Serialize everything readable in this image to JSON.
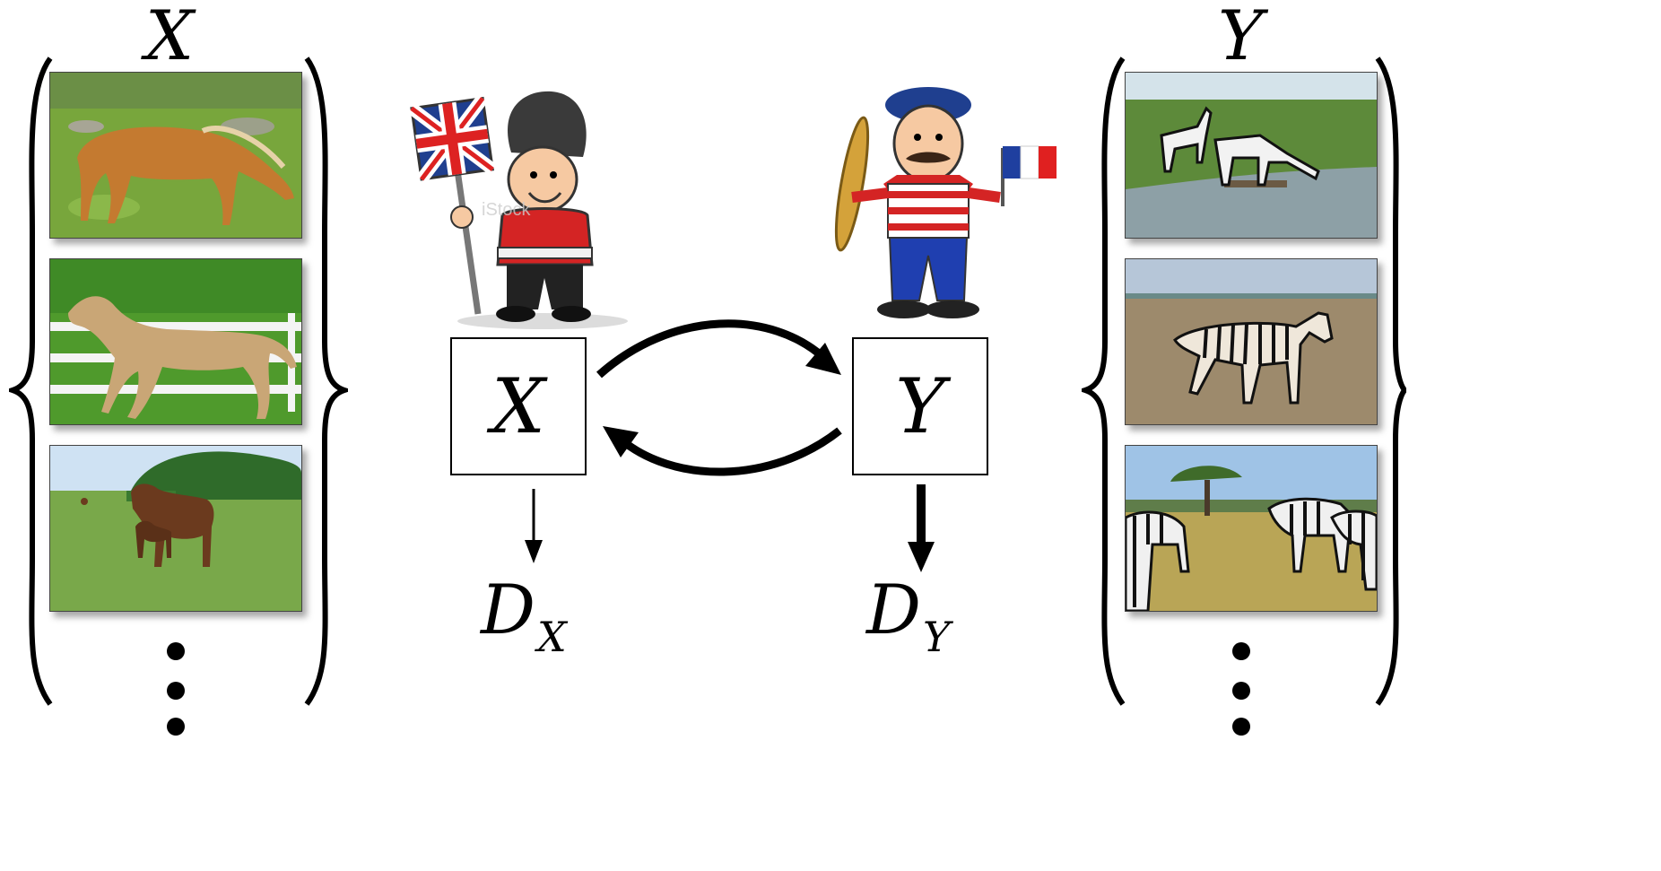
{
  "set_x": {
    "title": "X",
    "images": [
      "horse",
      "horse",
      "horse"
    ]
  },
  "set_y": {
    "title": "Y",
    "images": [
      "zebra",
      "zebra",
      "zebra"
    ]
  },
  "domain_x": {
    "label": "X",
    "discriminator": "D",
    "discriminator_subscript": "X"
  },
  "domain_y": {
    "label": "Y",
    "discriminator": "D",
    "discriminator_subscript": "Y"
  },
  "illustrations": {
    "left": "british-guard-cartoon",
    "right": "french-man-cartoon",
    "left_watermark": "iStock"
  },
  "mappings": [
    {
      "from": "X",
      "to": "Y"
    },
    {
      "from": "Y",
      "to": "X"
    }
  ]
}
